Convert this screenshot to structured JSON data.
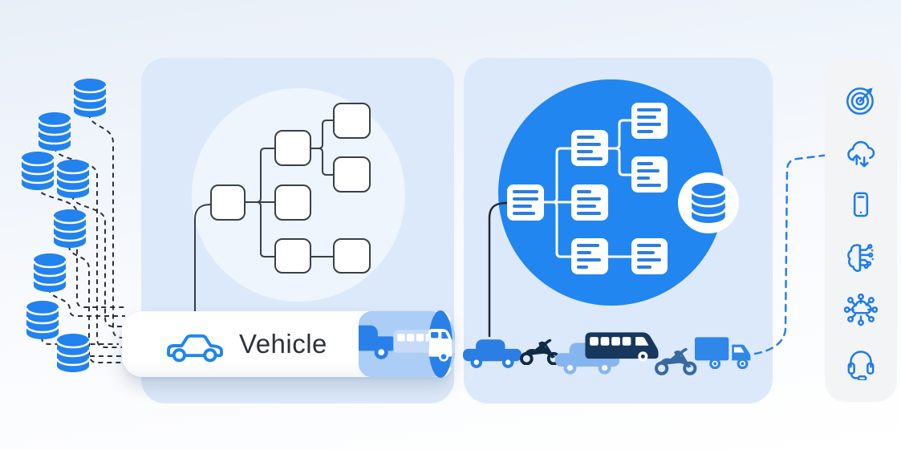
{
  "pill": {
    "label": "Vehicle",
    "icon": "car-outline-icon"
  },
  "colors": {
    "primary_blue": "#2282ee",
    "panel_bg": "#dce9fa",
    "panel_circle_light": "#eef5fd",
    "panel_circle_blue": "#2186ef",
    "sidebar_bg": "#f3f4f6",
    "outline_icon_blue": "#1d7ce9",
    "dashed_line_dark": "#2b3036",
    "dashed_line_blue": "#2a7fe8",
    "tube_open_blue": "#accdf6",
    "doc_line_blue": "#2a7de1"
  },
  "left_cluster": {
    "icon": "database-icon",
    "count": 8
  },
  "raw_tree_panel": {
    "name": "unstructured-tree",
    "node_count": 7
  },
  "structured_tree_panel": {
    "name": "structured-tree",
    "node_count": 7,
    "badge_icon": "database-icon",
    "nodes": [
      {
        "lines": [
          32,
          32,
          24,
          28
        ]
      },
      {
        "lines": [
          22,
          30,
          20,
          32
        ]
      },
      {
        "lines": [
          30,
          24,
          30,
          20
        ]
      },
      {
        "lines": [
          20,
          28,
          16,
          30
        ]
      },
      {
        "lines": [
          18,
          30,
          24,
          30
        ]
      },
      {
        "lines": [
          28,
          18,
          30,
          14
        ]
      },
      {
        "lines": [
          30,
          22,
          30,
          18
        ]
      }
    ]
  },
  "tube_vehicles": [
    {
      "type": "car",
      "color": "#2a80e9"
    },
    {
      "type": "bus",
      "color": "#c7dbf8"
    },
    {
      "type": "van",
      "color": "#ffffff"
    }
  ],
  "vehicles_row": [
    {
      "type": "car",
      "color": "#2b7fe2"
    },
    {
      "type": "motorcycle",
      "color": "#0f2b45"
    },
    {
      "type": "car",
      "color": "#85b5ee"
    },
    {
      "type": "bus",
      "color": "#17375c"
    },
    {
      "type": "motorcycle",
      "color": "#38699f"
    },
    {
      "type": "truck",
      "color": "#2e87e9"
    }
  ],
  "sidebar": {
    "icons": [
      "target-goal-icon",
      "cloud-sync-icon",
      "smartphone-icon",
      "ai-brain-icon",
      "network-hub-icon",
      "headset-support-icon"
    ]
  }
}
